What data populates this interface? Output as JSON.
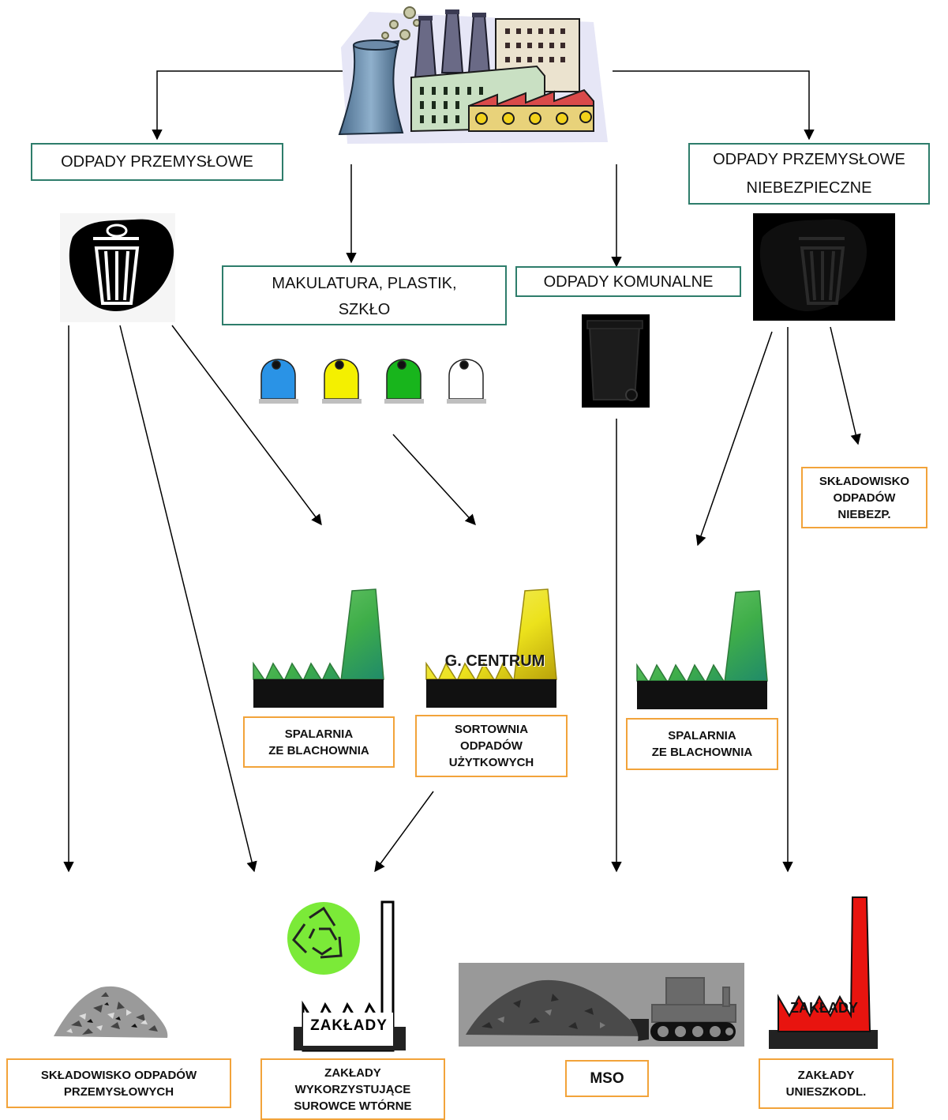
{
  "top_categories": {
    "industrial": "ODPADY PRZEMYSŁOWE",
    "recyclables": [
      "MAKULATURA, PLASTIK,",
      "SZKŁO"
    ],
    "municipal": "ODPADY KOMUNALNE",
    "hazardous": [
      "ODPADY PRZEMYSŁOWE",
      "NIEBEZPIECZNE"
    ]
  },
  "facilities": {
    "incinerator_left": [
      "SPALARNIA",
      "ZE BLACHOWNIA"
    ],
    "sorting": [
      "SORTOWNIA",
      "ODPADÓW",
      "UŻYTKOWYCH"
    ],
    "incinerator_right": [
      "SPALARNIA",
      "ZE BLACHOWNIA"
    ],
    "hazard_landfill": [
      "SKŁADOWISKO",
      "ODPADÓW",
      "NIEBEZP."
    ]
  },
  "factory_sign": "G. CENTRUM",
  "destinations": {
    "industrial_landfill": [
      "SKŁADOWISKO ODPADÓW",
      "PRZEMYSŁOWYCH"
    ],
    "recycling_plants": [
      "ZAKŁADY",
      "WYKORZYSTUJĄCE",
      "SUROWCE WTÓRNE"
    ],
    "mso": "MSO",
    "disposal_plants": [
      "ZAKŁADY",
      "UNIESZKODL."
    ]
  },
  "plant_signs": {
    "recycling": "ZAKŁADY",
    "disposal": "ZAKŁADY"
  },
  "icons": [
    "factory-complex-icon",
    "trash-bin-icon",
    "recycling-container-icon",
    "wheelie-bin-icon",
    "incinerator-factory-icon",
    "waste-pile-icon",
    "recycle-symbol-icon",
    "bulldozer-icon"
  ],
  "colors": {
    "category_border": "#2e7d6b",
    "facility_border": "#f2a33a",
    "bin_blue": "#2a93e6",
    "bin_yellow": "#f4f000",
    "bin_green": "#18b51c",
    "factory_green": "#3fae49",
    "factory_yellow": "#e8e21a",
    "factory_red": "#e8140f"
  }
}
